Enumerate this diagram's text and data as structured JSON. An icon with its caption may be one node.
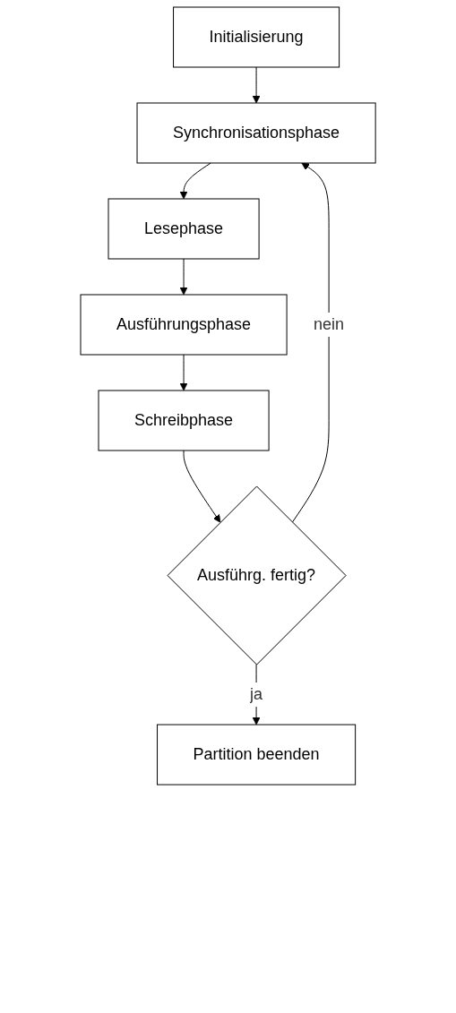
{
  "diagram": {
    "nodes": [
      {
        "text": [
          "Initialisierung"
        ]
      },
      {
        "text": [
          "Synchronisationsphase"
        ]
      },
      {
        "text": [
          "Lesephase"
        ]
      },
      {
        "text": [
          "Ausführungsphase"
        ]
      },
      {
        "text": [
          "Schreibphase"
        ]
      },
      {
        "text": [
          "Ausführg. fertig?"
        ]
      },
      {
        "text": [
          "Partition beenden"
        ]
      }
    ],
    "edges": [
      {
        "from": 0,
        "to": 1,
        "arrow": "to"
      },
      {
        "from": 1,
        "to": 2,
        "arrow": "to"
      },
      {
        "from": 2,
        "to": 3,
        "arrow": "to"
      },
      {
        "from": 3,
        "to": 4,
        "arrow": "to"
      },
      {
        "from": 4,
        "to": 5,
        "arrow": "to"
      },
      {
        "from": 5,
        "to": 1,
        "label": "nein",
        "arrow": "to"
      },
      {
        "from": 5,
        "to": 6,
        "label": "ja",
        "arrow": "to"
      }
    ]
  }
}
